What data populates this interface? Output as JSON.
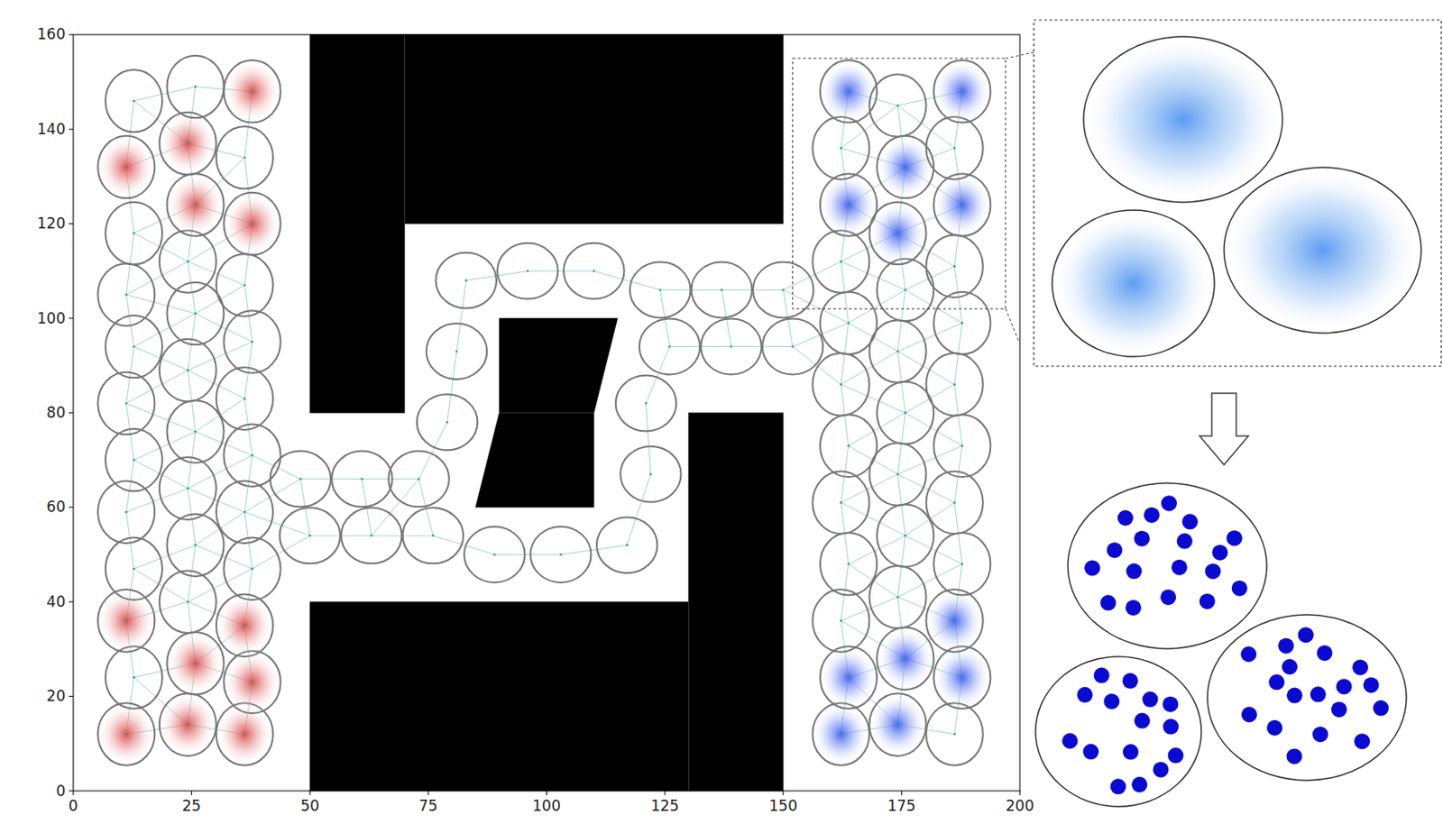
{
  "diagram": {
    "labels": [
      "160",
      "140",
      "120",
      "100",
      "80",
      "60",
      "40",
      "20",
      "0",
      "0",
      "25",
      "50",
      "75",
      "100",
      "125",
      "150",
      "175",
      "200"
    ]
  }
}
